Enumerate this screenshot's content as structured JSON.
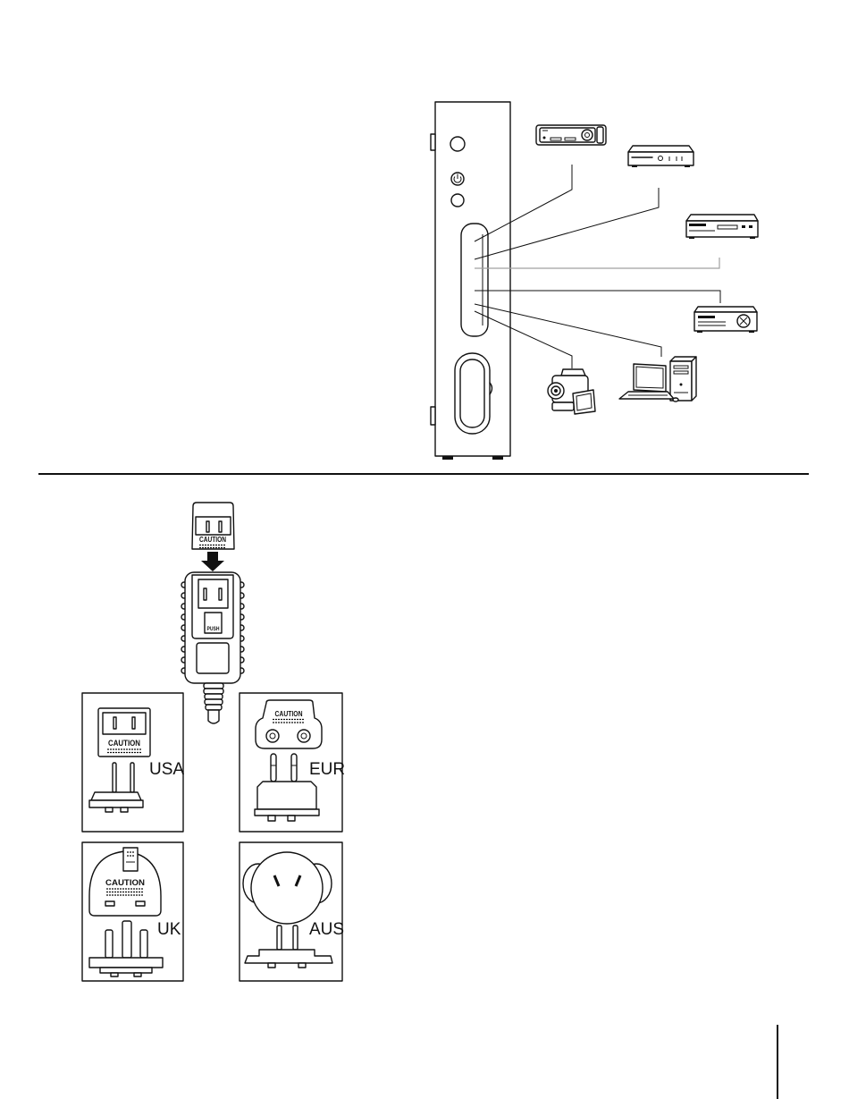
{
  "colors": {
    "ink": "#111111",
    "connector_gray": "#a0a0a0",
    "paper": "#ffffff"
  },
  "connection_diagram": {
    "hub_icon": "media-hub-tower-icon",
    "devices": [
      {
        "icon": "game-console-icon"
      },
      {
        "icon": "dvd-player-icon"
      },
      {
        "icon": "vcr-icon"
      },
      {
        "icon": "av-receiver-icon"
      },
      {
        "icon": "desktop-computer-icon"
      },
      {
        "icon": "camcorder-icon"
      }
    ]
  },
  "power_adapter": {
    "clip_caution": "CAUTION",
    "push_label": "PUSH",
    "arrow_icon": "arrow-down-icon"
  },
  "plugs": {
    "usa": {
      "label": "USA",
      "caution": "CAUTION"
    },
    "eur": {
      "label": "EUR",
      "caution": "CAUTION"
    },
    "uk": {
      "label": "UK",
      "caution": "CAUTION"
    },
    "aus": {
      "label": "AUS"
    }
  }
}
